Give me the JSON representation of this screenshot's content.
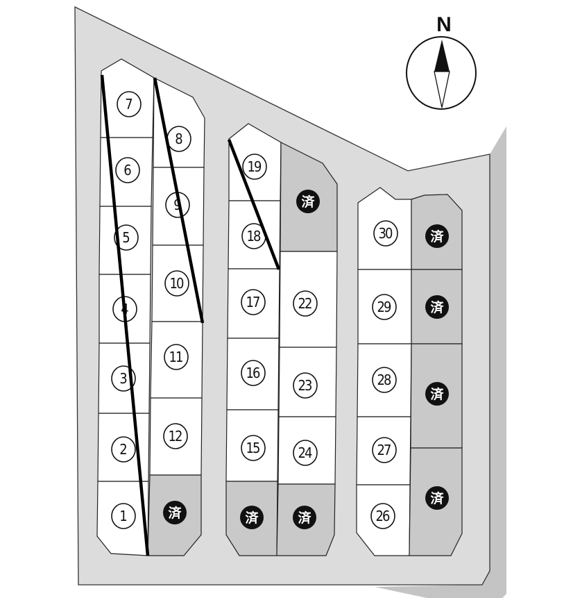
{
  "compass": {
    "label": "N"
  },
  "lots": [
    {
      "number": "1",
      "status": "available"
    },
    {
      "number": "2",
      "status": "available"
    },
    {
      "number": "3",
      "status": "available"
    },
    {
      "number": "4",
      "status": "available"
    },
    {
      "number": "5",
      "status": "available"
    },
    {
      "number": "6",
      "status": "available"
    },
    {
      "number": "7",
      "status": "available"
    },
    {
      "number": "8",
      "status": "available"
    },
    {
      "number": "9",
      "status": "available"
    },
    {
      "number": "10",
      "status": "available"
    },
    {
      "number": "11",
      "status": "available"
    },
    {
      "number": "12",
      "status": "available"
    },
    {
      "label": "済",
      "status": "sold"
    },
    {
      "number": "19",
      "status": "available"
    },
    {
      "number": "18",
      "status": "available"
    },
    {
      "number": "17",
      "status": "available"
    },
    {
      "number": "16",
      "status": "available"
    },
    {
      "number": "15",
      "status": "available"
    },
    {
      "label": "済",
      "status": "sold"
    },
    {
      "label": "済",
      "status": "sold"
    },
    {
      "number": "22",
      "status": "available"
    },
    {
      "number": "23",
      "status": "available"
    },
    {
      "number": "24",
      "status": "available"
    },
    {
      "label": "済",
      "status": "sold"
    },
    {
      "number": "30",
      "status": "available"
    },
    {
      "number": "29",
      "status": "available"
    },
    {
      "number": "28",
      "status": "available"
    },
    {
      "number": "27",
      "status": "available"
    },
    {
      "number": "26",
      "status": "available"
    },
    {
      "label": "済",
      "status": "sold"
    },
    {
      "label": "済",
      "status": "sold"
    },
    {
      "label": "済",
      "status": "sold"
    },
    {
      "label": "済",
      "status": "sold"
    }
  ]
}
